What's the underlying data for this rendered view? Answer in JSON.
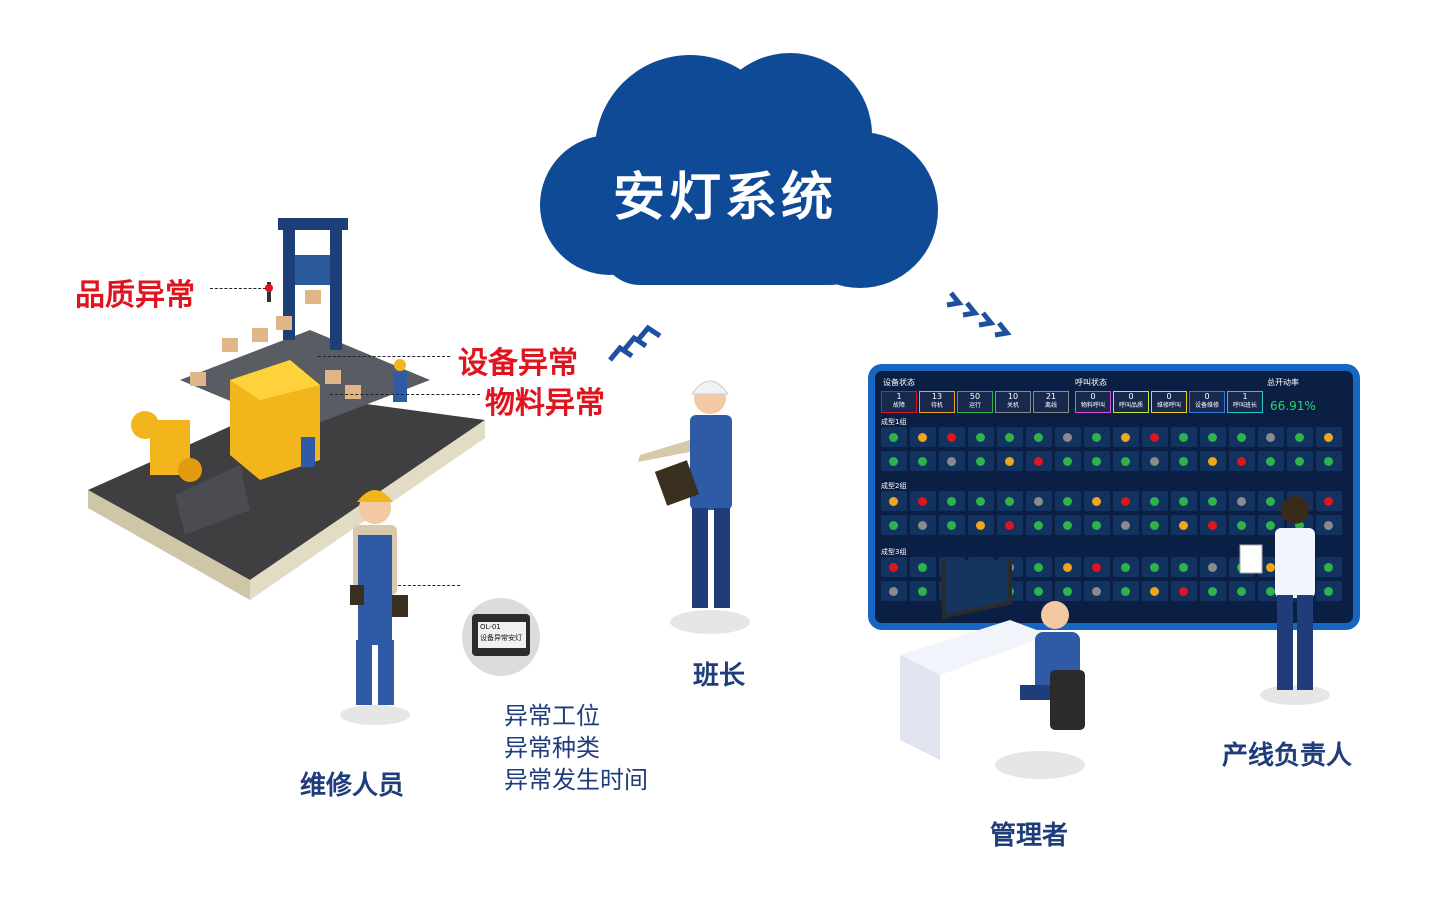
{
  "cloud": {
    "title": "安灯系统"
  },
  "anomalies": {
    "quality": "品质异常",
    "equipment": "设备异常",
    "material": "物料异常"
  },
  "roles": {
    "maintenance": "维修人员",
    "team_leader": "班长",
    "manager": "管理者",
    "line_owner": "产线负责人"
  },
  "info_items": [
    "异常工位",
    "异常种类",
    "异常发生时间"
  ],
  "device_screen": {
    "line1": "OL-01",
    "line2": "设备异常安灯"
  },
  "dashboard": {
    "section_device": "设备状态",
    "section_call": "呼叫状态",
    "section_rate": "总开动率",
    "rate_value": "66.91%",
    "status_boxes": [
      {
        "value": "1",
        "label": "故障",
        "color": "#e0141e"
      },
      {
        "value": "13",
        "label": "待机",
        "color": "#f0a51c"
      },
      {
        "value": "50",
        "label": "运行",
        "color": "#2db34a"
      },
      {
        "value": "10",
        "label": "关机",
        "color": "#8a8a8a"
      },
      {
        "value": "21",
        "label": "离线",
        "color": "#8a8a8a"
      }
    ],
    "call_boxes": [
      {
        "value": "0",
        "label": "物料呼叫",
        "color": "#d64fd6"
      },
      {
        "value": "0",
        "label": "呼叫品质",
        "color": "#c8e62a"
      },
      {
        "value": "0",
        "label": "维修呼叫",
        "color": "#f0d21c"
      },
      {
        "value": "0",
        "label": "设备维修",
        "color": "#2f7de0"
      },
      {
        "value": "1",
        "label": "呼叫班长",
        "color": "#28c8c8"
      }
    ],
    "groups": [
      "成型1组",
      "成型2组",
      "成型3组"
    ]
  },
  "colors": {
    "cloud": "#0e4a96",
    "accent_red": "#e0141e",
    "text_blue": "#1f3d7a",
    "screen_frame": "#1766c2",
    "screen_bg": "#0b1f44"
  }
}
